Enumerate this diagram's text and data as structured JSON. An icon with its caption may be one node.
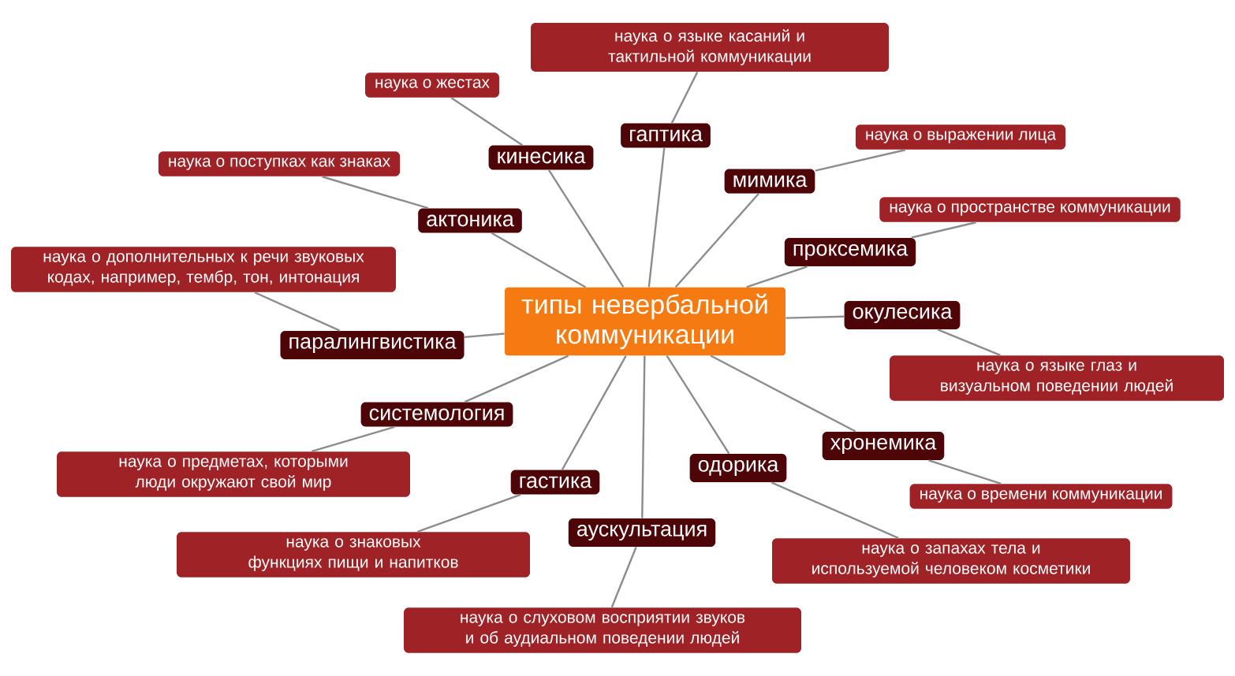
{
  "diagram": {
    "nodes": [
      {
        "text": [
          "типы невербальной коммуникации"
        ]
      },
      {
        "text": [
          "гаптика"
        ]
      },
      {
        "text": [
          "наука о языке касаний и тактильной коммуникации"
        ]
      },
      {
        "text": [
          "кинесика"
        ]
      },
      {
        "text": [
          "наука о жестах"
        ]
      },
      {
        "text": [
          "мимика"
        ]
      },
      {
        "text": [
          "наука о выражении лица"
        ]
      },
      {
        "text": [
          "актоника"
        ]
      },
      {
        "text": [
          "наука о поступках как знаках"
        ]
      },
      {
        "text": [
          "проксемика"
        ]
      },
      {
        "text": [
          "наука о пространстве коммуникации"
        ]
      },
      {
        "text": [
          "паралингвистика"
        ]
      },
      {
        "text": [
          "наука о дополнительных к речи звуковых кодах, например, тембр, тон, интонация"
        ]
      },
      {
        "text": [
          "окулесика"
        ]
      },
      {
        "text": [
          "наука о языке глаз и визуальном поведении людей"
        ]
      },
      {
        "text": [
          "системология"
        ]
      },
      {
        "text": [
          "наука о предметах, которыми люди окружают свой мир"
        ]
      },
      {
        "text": [
          "хронемика"
        ]
      },
      {
        "text": [
          "наука о времени коммуникации"
        ]
      },
      {
        "text": [
          "гастика"
        ]
      },
      {
        "text": [
          "наука о знаковых функциях пищи и напитков"
        ]
      },
      {
        "text": [
          "одорика"
        ]
      },
      {
        "text": [
          "наука о запахах тела и используемой человеком косметики"
        ]
      },
      {
        "text": [
          "аускультация"
        ]
      },
      {
        "text": [
          "наука о слуховом восприятии звуков и об аудиальном поведении людей"
        ]
      }
    ],
    "edges": [
      {
        "from": 0,
        "to": 1,
        "arrow": "none"
      },
      {
        "from": 1,
        "to": 2,
        "arrow": "none"
      },
      {
        "from": 0,
        "to": 3,
        "arrow": "none"
      },
      {
        "from": 3,
        "to": 4,
        "arrow": "none"
      },
      {
        "from": 0,
        "to": 5,
        "arrow": "none"
      },
      {
        "from": 5,
        "to": 6,
        "arrow": "none"
      },
      {
        "from": 0,
        "to": 7,
        "arrow": "none"
      },
      {
        "from": 7,
        "to": 8,
        "arrow": "none"
      },
      {
        "from": 0,
        "to": 9,
        "arrow": "none"
      },
      {
        "from": 9,
        "to": 10,
        "arrow": "none"
      },
      {
        "from": 0,
        "to": 11,
        "arrow": "none"
      },
      {
        "from": 11,
        "to": 12,
        "arrow": "none"
      },
      {
        "from": 0,
        "to": 13,
        "arrow": "none"
      },
      {
        "from": 13,
        "to": 14,
        "arrow": "none"
      },
      {
        "from": 0,
        "to": 15,
        "arrow": "none"
      },
      {
        "from": 15,
        "to": 16,
        "arrow": "none"
      },
      {
        "from": 0,
        "to": 17,
        "arrow": "none"
      },
      {
        "from": 17,
        "to": 18,
        "arrow": "none"
      },
      {
        "from": 0,
        "to": 19,
        "arrow": "none"
      },
      {
        "from": 19,
        "to": 20,
        "arrow": "none"
      },
      {
        "from": 0,
        "to": 21,
        "arrow": "none"
      },
      {
        "from": 21,
        "to": 22,
        "arrow": "none"
      },
      {
        "from": 0,
        "to": 23,
        "arrow": "none"
      },
      {
        "from": 23,
        "to": 24,
        "arrow": "none"
      }
    ]
  }
}
